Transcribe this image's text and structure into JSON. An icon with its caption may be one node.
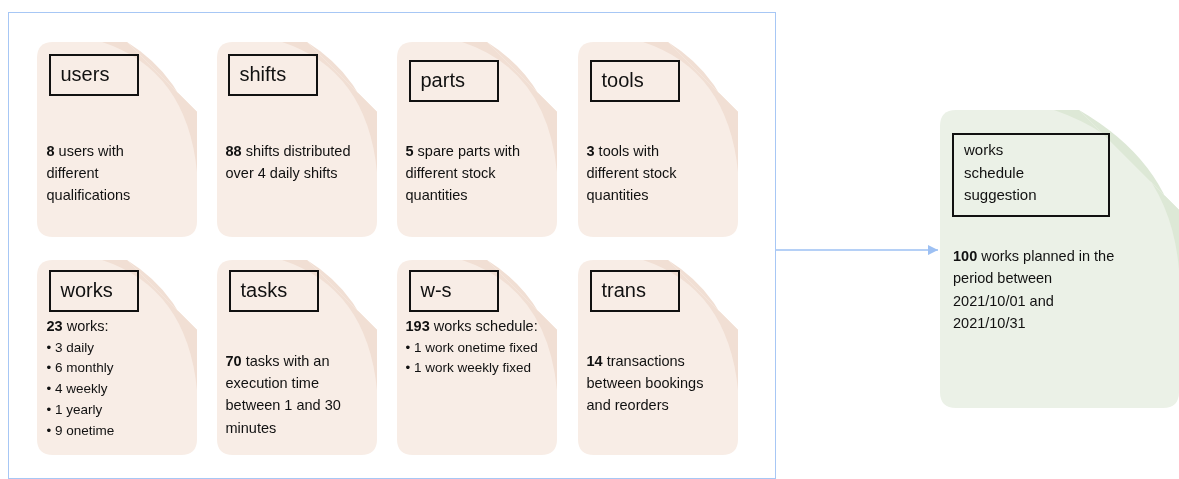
{
  "diagram": {
    "nodes": [
      {
        "text": [],
        "shape": "box"
      },
      {
        "text": [
          "users",
          "**8** users with different qualifications"
        ],
        "in": 0
      },
      {
        "text": [
          "shifts",
          "**88** shifts distributed over 4 daily shifts"
        ],
        "in": 0
      },
      {
        "text": [
          "parts",
          "**5** spare parts with different stock quantities"
        ],
        "in": 0
      },
      {
        "text": [
          "tools",
          "**3** tools with different stock quantities"
        ],
        "in": 0
      },
      {
        "text": [
          "works",
          "**23** works:",
          "• 3 daily",
          "• 6 monthly",
          "• 4 weekly",
          "• 1 yearly",
          "• 9 onetime"
        ],
        "in": 0
      },
      {
        "text": [
          "tasks",
          "**70** tasks with an execution time between 1 and 30 minutes"
        ],
        "in": 0
      },
      {
        "text": [
          "w-s",
          "**193** works schedule:",
          "• 1 work onetime fixed",
          "• 1 work weekly fixed"
        ],
        "in": 0
      },
      {
        "text": [
          "trans",
          "**14** transactions between bookings and reorders"
        ],
        "in": 0
      },
      {
        "text": [
          "works schedule suggestion",
          "**100** works planned in the period between 2021/10/01 and 2021/10/31"
        ]
      }
    ],
    "edges": [
      {
        "from": 0,
        "to": 9,
        "arrow": "to"
      }
    ]
  }
}
